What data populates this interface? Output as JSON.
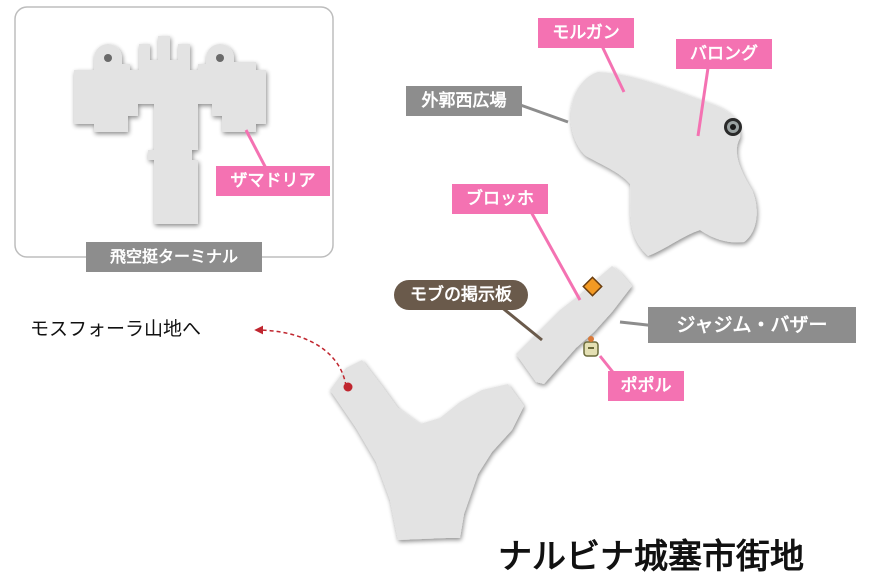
{
  "map": {
    "title": "ナルビナ城塞市街地",
    "inset_caption": "飛空挺ターミナル",
    "exit_label": "モスフォーラ山地へ",
    "labels": {
      "morugan": "モルガン",
      "barongu": "バロング",
      "gaikaku": "外郭西広場",
      "zamadoria": "ザマドリア",
      "burokkho": "ブロッホ",
      "mob_board": "モブの掲示板",
      "bazaar": "ジャジム・バザー",
      "poporu": "ポポル"
    },
    "icons": [
      "save-crystal-icon",
      "moogle-icon",
      "exit-marker-icon",
      "exit-arrow-icon"
    ],
    "colors": {
      "area_fill": "#e3e3e3",
      "pink_label": "#f472b2",
      "gray_label": "#8d8d8d",
      "mob_label": "#6a5a4b",
      "exit_arrow": "#c0262f"
    }
  }
}
